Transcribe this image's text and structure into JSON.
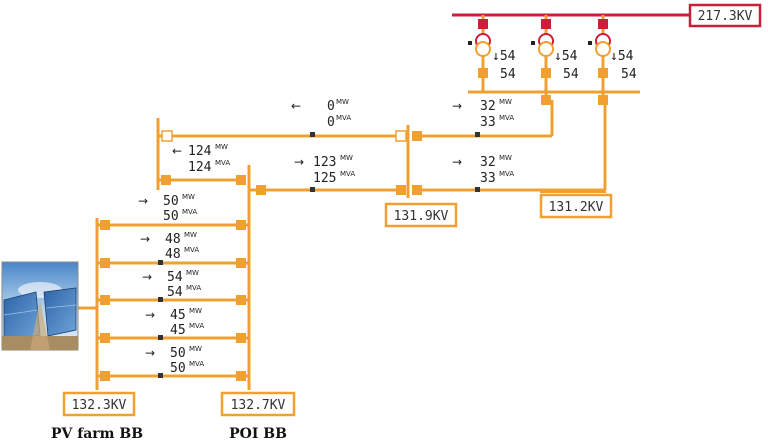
{
  "colors": {
    "bus": "#f0a030",
    "hv_bus": "#c8203a",
    "breaker": "#f0a030",
    "open_breaker": "#ffffff",
    "label_border": "#f0a030",
    "hv_border": "#c8203a"
  },
  "labels": {
    "pv_farm_voltage": "132.3KV",
    "poi_voltage": "132.7KV",
    "bus_a_voltage": "131.9KV",
    "bus_b_voltage": "131.2KV",
    "hv_voltage": "217.3KV",
    "pv_farm_caption": "PV farm BB",
    "poi_caption": "POI BB"
  },
  "units": {
    "mw": "MW",
    "mva": "MVA"
  },
  "arrows": {
    "right": "→",
    "left": "←",
    "down": "↓"
  },
  "pv_feeders": [
    {
      "mw": "50",
      "mva": "50"
    },
    {
      "mw": "48",
      "mva": "48"
    },
    {
      "mw": "54",
      "mva": "54"
    },
    {
      "mw": "45",
      "mva": "45"
    },
    {
      "mw": "50",
      "mva": "50"
    }
  ],
  "lines": {
    "top_left": {
      "mw": "124",
      "mva": "124"
    },
    "top_open": {
      "mw": "0",
      "mva": "0"
    },
    "mid_left": {
      "mw": "123",
      "mva": "125"
    },
    "top_right": {
      "mw": "32",
      "mva": "33"
    },
    "mid_right": {
      "mw": "32",
      "mva": "33"
    }
  },
  "transformers": [
    {
      "upper": "54",
      "lower": "54"
    },
    {
      "upper": "54",
      "lower": "54"
    },
    {
      "upper": "54",
      "lower": "54"
    }
  ],
  "image": {
    "icon": "solar-panel-icon"
  }
}
